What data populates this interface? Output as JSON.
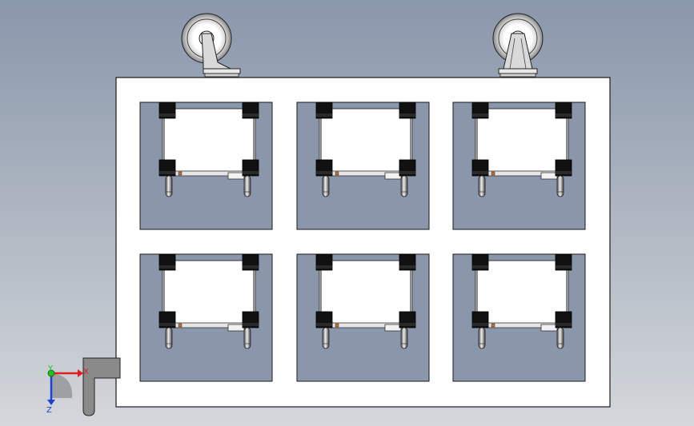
{
  "viewport": {
    "background_top": "#8a97ab",
    "background_bottom": "#d4d7db"
  },
  "model": {
    "frame_color": "#ffffff",
    "cavity_color": "#8a97ab",
    "edge_color": "#1a1a1a",
    "columns": 3,
    "rows": 2,
    "caster_count": 2
  },
  "triad": {
    "x_label": "X",
    "y_label": "Y",
    "z_label": "Z",
    "x_color": "#e02020",
    "y_color": "#20c020",
    "z_color": "#2040d0"
  }
}
